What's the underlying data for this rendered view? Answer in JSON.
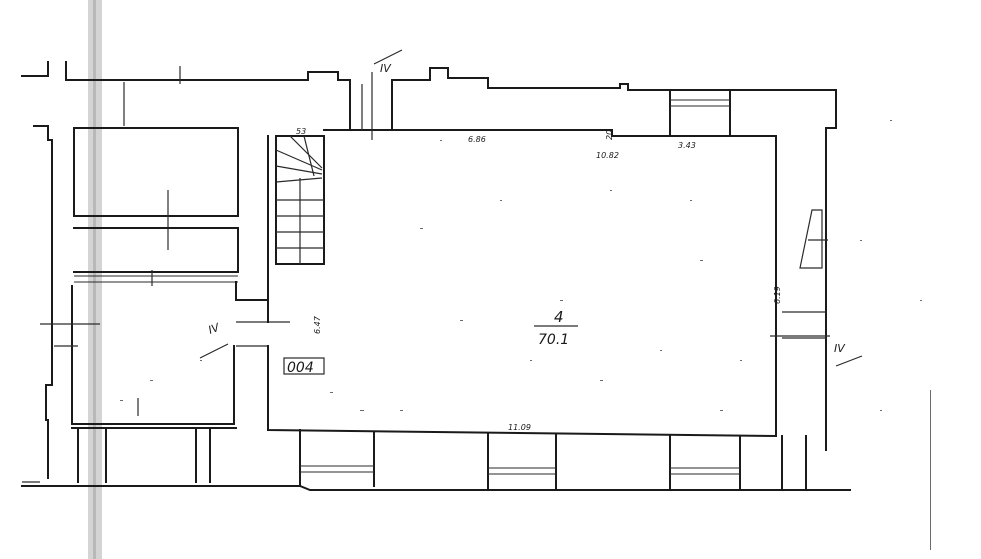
{
  "plan": {
    "room": {
      "number": "4",
      "area": "70.1"
    },
    "code_box": "004",
    "section_marks": [
      "IV",
      "IV",
      "IV"
    ],
    "dimensions": {
      "top_small": "53",
      "top_segment": "6.86",
      "top_total": "10.82",
      "top_right": "3.43",
      "top_tick": "20",
      "left_height": "6.47",
      "right_height": "6.19",
      "bottom_length": "11.09"
    }
  },
  "colors": {
    "ink": "#1a1a1a",
    "paper": "#ffffff",
    "scan_band": "#c8c8c8"
  }
}
